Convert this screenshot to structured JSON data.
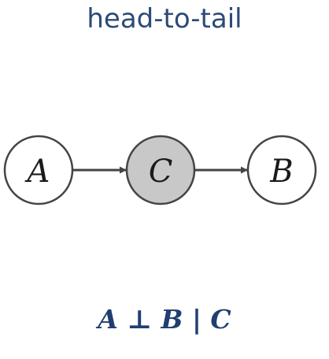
{
  "title": "head-to-tail",
  "nodes": [
    {
      "id": "A",
      "label": "A",
      "observed": false
    },
    {
      "id": "C",
      "label": "C",
      "observed": true
    },
    {
      "id": "B",
      "label": "B",
      "observed": false
    }
  ],
  "edges": [
    {
      "from": "A",
      "to": "C"
    },
    {
      "from": "C",
      "to": "B"
    }
  ],
  "formula": "A ⊥ B | C",
  "colors": {
    "title": "#2c4a78",
    "formula": "#1f3f72",
    "observed_fill": "#c8c8c8",
    "unobserved_fill": "#ffffff",
    "stroke": "#444444"
  }
}
